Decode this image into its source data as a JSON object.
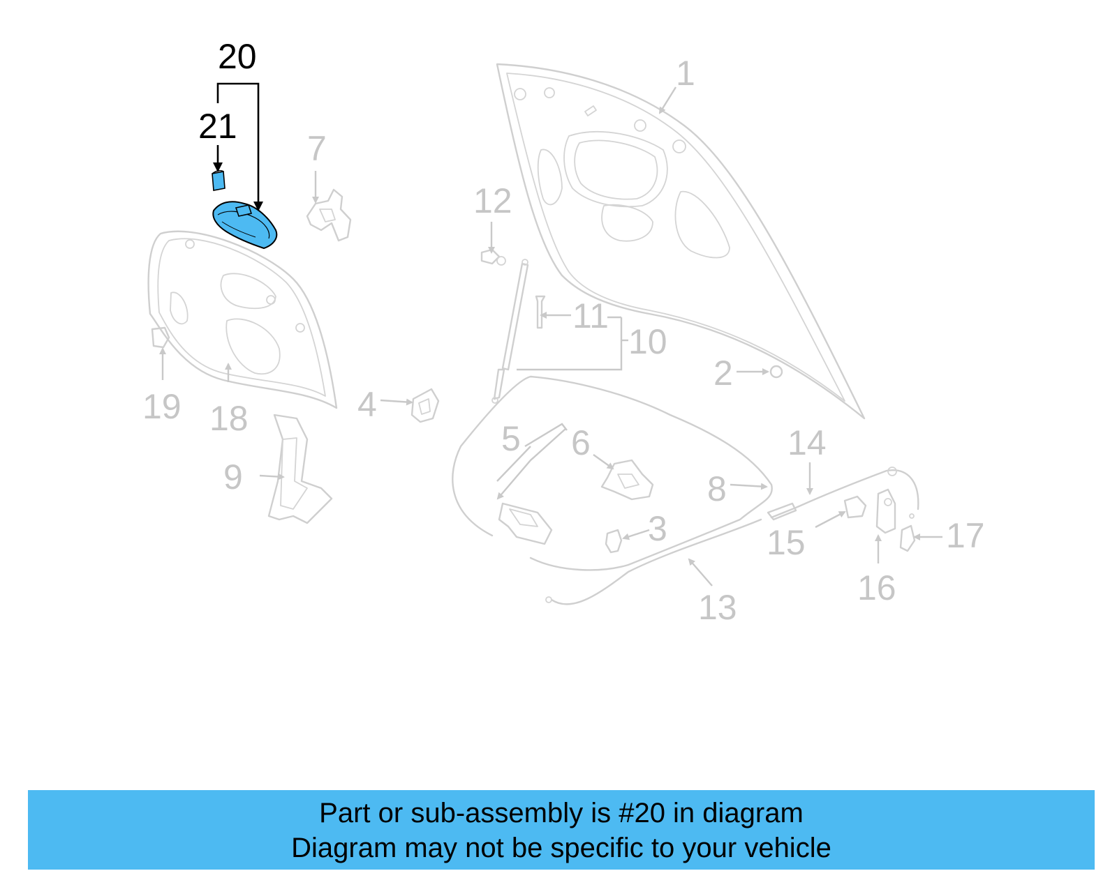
{
  "diagram": {
    "highlighted_part": "20",
    "highlight_color": "#4dbaf2",
    "callouts": {
      "c1": "1",
      "c2": "2",
      "c3": "3",
      "c4": "4",
      "c5": "5",
      "c6": "6",
      "c7": "7",
      "c8": "8",
      "c9": "9",
      "c10": "10",
      "c11": "11",
      "c12": "12",
      "c13": "13",
      "c14": "14",
      "c15": "15",
      "c16": "16",
      "c17": "17",
      "c18": "18",
      "c19": "19",
      "c20": "20",
      "c21": "21"
    }
  },
  "banner": {
    "line1": "Part or sub-assembly is #20 in diagram",
    "line2": "Diagram may not be specific to your vehicle",
    "background_color": "#4dbaf2"
  }
}
